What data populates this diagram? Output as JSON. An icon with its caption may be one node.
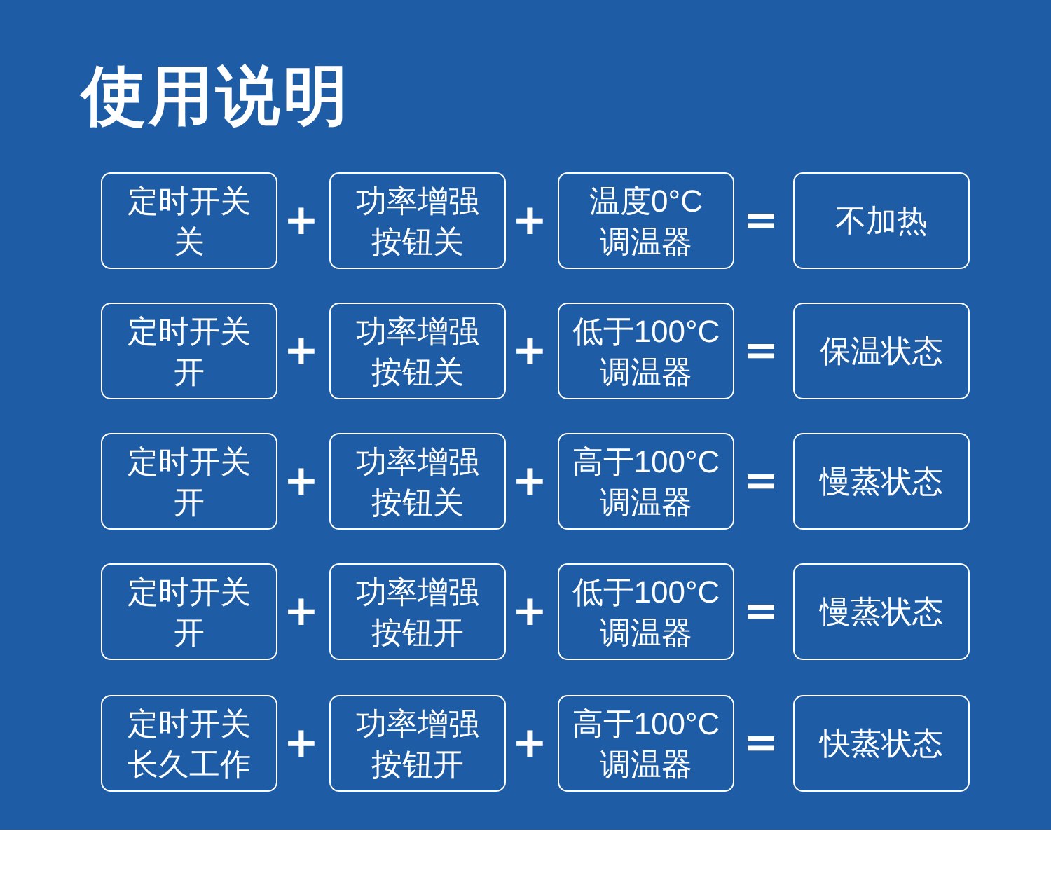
{
  "diagram": {
    "title": "使用说明",
    "nodes": [
      {
        "text": [
          "定时开关关"
        ]
      },
      {
        "text": [
          "功率增强按钮关"
        ]
      },
      {
        "text": [
          "温度0°C调温器"
        ]
      },
      {
        "text": [
          "不加热"
        ]
      },
      {
        "text": [
          "定时开关开"
        ]
      },
      {
        "text": [
          "功率增强按钮关"
        ]
      },
      {
        "text": [
          "低于100°C调温器"
        ]
      },
      {
        "text": [
          "保温状态"
        ]
      },
      {
        "text": [
          "定时开关开"
        ]
      },
      {
        "text": [
          "功率增强按钮关"
        ]
      },
      {
        "text": [
          "高于100°C调温器"
        ]
      },
      {
        "text": [
          "慢蒸状态"
        ]
      },
      {
        "text": [
          "定时开关开"
        ]
      },
      {
        "text": [
          "功率增强按钮开"
        ]
      },
      {
        "text": [
          "低于100°C调温器"
        ]
      },
      {
        "text": [
          "慢蒸状态"
        ]
      },
      {
        "text": [
          "定时开关长久工作"
        ]
      },
      {
        "text": [
          "功率增强按钮开"
        ]
      },
      {
        "text": [
          "高于100°C调温器"
        ]
      },
      {
        "text": [
          "快蒸状态"
        ]
      }
    ],
    "labels": [
      "+",
      "+",
      "=",
      "+",
      "+",
      "=",
      "+",
      "+",
      "=",
      "+",
      "+",
      "=",
      "+",
      "+",
      "="
    ]
  }
}
